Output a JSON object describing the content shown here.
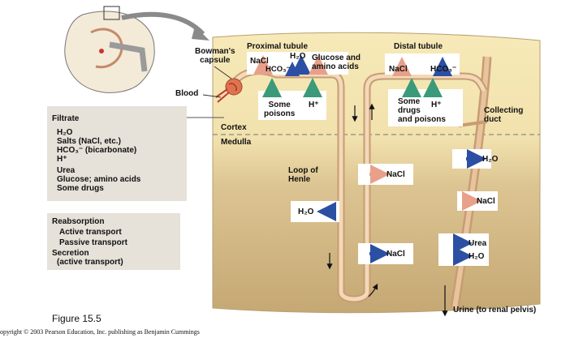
{
  "labels": {
    "bowmans_capsule": [
      "Bowman's",
      "capsule"
    ],
    "blood": "Blood",
    "proximal_tubule": "Proximal tubule",
    "distal_tubule": "Distal tubule",
    "prox_nacl": "NaCl",
    "prox_h2o": "H₂O",
    "prox_hco3": "HCO₃⁻",
    "prox_glucose": [
      "Glucose and",
      "amino acids"
    ],
    "prox_poisons": [
      "Some",
      "poisons"
    ],
    "prox_h": "H⁺",
    "dist_nacl": "NaCl",
    "dist_hco3": "HCO₃⁻",
    "dist_drugs": [
      "Some",
      "drugs",
      "and poisons"
    ],
    "dist_h": "H⁺",
    "collecting_duct": [
      "Collecting",
      "duct"
    ],
    "cortex": "Cortex",
    "medulla": "Medulla",
    "loop_of_henle": [
      "Loop of",
      "Henle"
    ],
    "loop_nacl_upper": "NaCl",
    "loop_h2o": "H₂O",
    "loop_nacl_lower": "NaCl",
    "duct_h2o_upper": "H₂O",
    "duct_nacl": "NaCl",
    "duct_urea": "Urea",
    "duct_h2o_lower": "H₂O",
    "urine": "Urine (to renal pelvis)"
  },
  "filtrate": {
    "title": "Filtrate",
    "items": [
      "H₂O",
      "Salts (NaCl, etc.)",
      "HCO₃⁻ (bicarbonate)",
      "H⁺",
      "Urea",
      "Glucose; amino acids",
      "Some drugs"
    ]
  },
  "legend": {
    "title": "Reabsorption",
    "active": "Active transport",
    "passive": "Passive transport",
    "secretion": [
      "Secretion",
      "(active transport)"
    ]
  },
  "colors": {
    "active": "#e8a08a",
    "passive": "#2b4fa3",
    "secretion": "#3a9a7a",
    "tubule": "#f2d9b8",
    "tubule_edge": "#c89c72",
    "cortex": "#f4e7b3",
    "medulla": "#c9b07e"
  },
  "figure": "Figure 15.5",
  "copyright": "opyright © 2003 Pearson Education, Inc. publishing as Benjamin Cummings"
}
